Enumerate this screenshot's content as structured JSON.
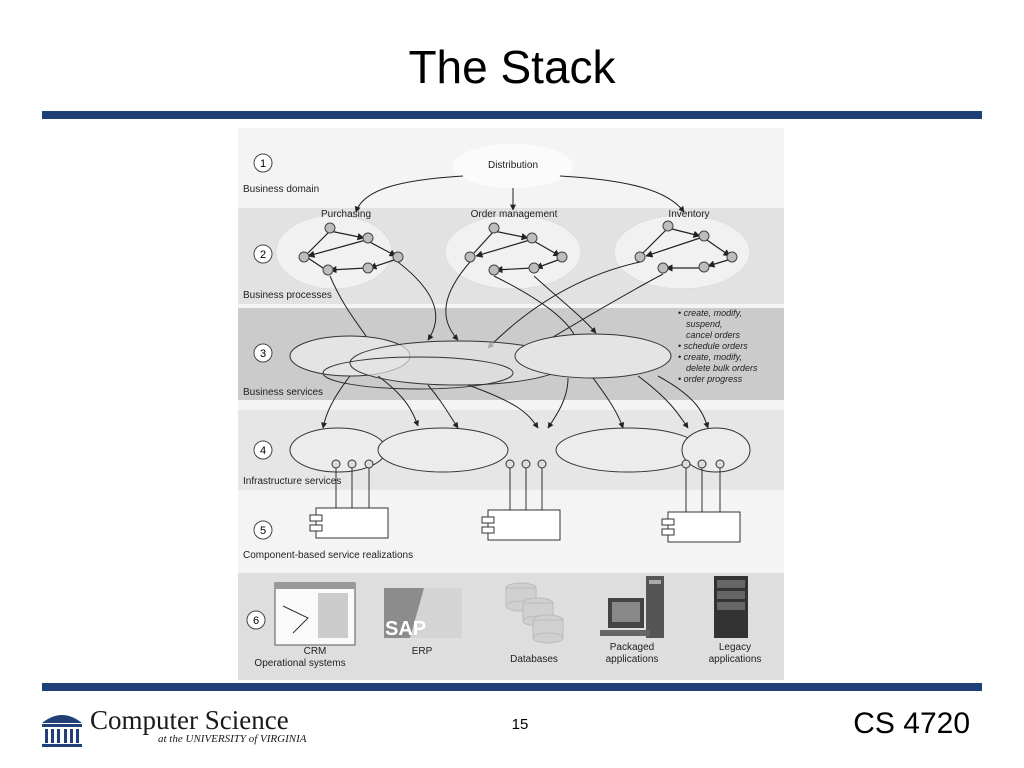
{
  "slide": {
    "title": "The Stack",
    "page_number": "15",
    "course": "CS 4720"
  },
  "logo": {
    "name": "Computer Science",
    "subtitle": "at the UNIVERSITY of VIRGINIA"
  },
  "colors": {
    "rule": "#1f3f77",
    "band": "#e2e2e2",
    "band_dark": "#c9c9c9",
    "ellipse_fill": "#e9e9e9"
  },
  "diagram": {
    "layers": [
      {
        "number": "1",
        "label": "Business domain"
      },
      {
        "number": "2",
        "label": "Business processes"
      },
      {
        "number": "3",
        "label": "Business services"
      },
      {
        "number": "4",
        "label": "Infrastructure services"
      },
      {
        "number": "5",
        "label": "Component-based service realizations"
      },
      {
        "number": "6",
        "label": ""
      }
    ],
    "domain_node": "Distribution",
    "processes": [
      "Purchasing",
      "Order management",
      "Inventory"
    ],
    "service_operations": [
      "• create, modify,",
      "suspend,",
      "cancel orders",
      "• schedule orders",
      "• create, modify,",
      "delete bulk orders",
      "• order progress"
    ],
    "systems": [
      {
        "label": "CRM"
      },
      {
        "label": "ERP"
      },
      {
        "label": "Databases"
      },
      {
        "label": "Packaged"
      },
      {
        "label": "applications"
      },
      {
        "label": "Legacy"
      },
      {
        "label": "applications"
      },
      {
        "label": "Operational systems"
      }
    ],
    "sap_text": "SAP"
  }
}
